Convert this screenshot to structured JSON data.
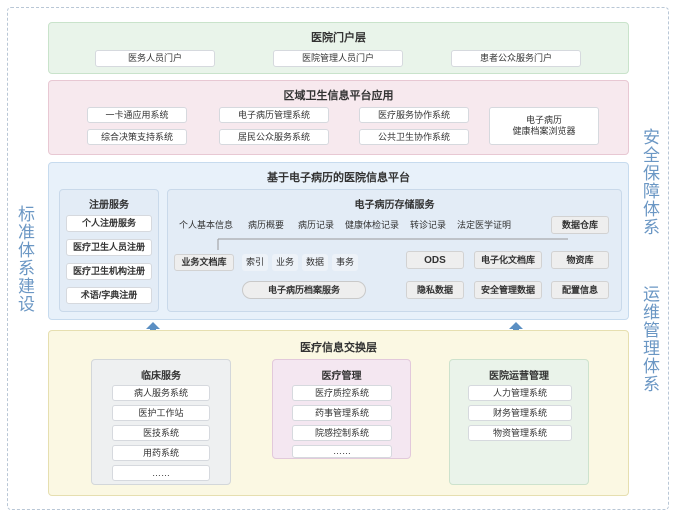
{
  "side_labels": {
    "left": "标准体系建设",
    "right_top": "安全保障体系",
    "right_bottom": "运维管理体系"
  },
  "portal": {
    "title": "医院门户层",
    "items": [
      "医务人员门户",
      "医院管理人员门户",
      "患者公众服务门户"
    ]
  },
  "regional": {
    "title": "区域卫生信息平台应用",
    "col1": [
      "一卡通应用系统",
      "综合决策支持系统"
    ],
    "col2": [
      "电子病历管理系统",
      "居民公众服务系统"
    ],
    "col3": [
      "医疗服务协作系统",
      "公共卫生协作系统"
    ],
    "col4": "电子病历\n健康档案浏览器"
  },
  "platform": {
    "title": "基于电子病历的医院信息平台",
    "registry": {
      "title": "注册服务",
      "items": [
        "个人注册服务",
        "医疗卫生人员注册",
        "医疗卫生机构注册",
        "术语/字典注册"
      ]
    },
    "storage": {
      "title": "电子病历存储服务",
      "row1": [
        "个人基本信息",
        "病历概要",
        "病历记录",
        "健康体检记录",
        "转诊记录",
        "法定医学证明"
      ],
      "data_warehouse": "数据仓库",
      "business_doc_lib": "业务文档库",
      "index_items": [
        "索引",
        "业务",
        "数据",
        "事务"
      ],
      "emr_archive_service": "电子病历档案服务",
      "ods": "ODS",
      "emr_doc_lib": "电子化文档库",
      "material_lib": "物资库",
      "privacy_data": "隐私数据",
      "security_mgmt_data": "安全管理数据",
      "config_info": "配置信息"
    }
  },
  "exchange": {
    "title": "医疗信息交换层",
    "clinical": {
      "title": "临床服务",
      "items": [
        "病人服务系统",
        "医护工作站",
        "医技系统",
        "用药系统",
        "……"
      ]
    },
    "medical": {
      "title": "医疗管理",
      "items": [
        "医疗质控系统",
        "药事管理系统",
        "院感控制系统",
        "……"
      ]
    },
    "operations": {
      "title": "医院运营管理",
      "items": [
        "人力管理系统",
        "财务管理系统",
        "物资管理系统"
      ]
    }
  },
  "colors": {
    "portal_bg": "#e9f4ea",
    "portal_border": "#c9e3cb",
    "regional_bg": "#f7e9ee",
    "regional_border": "#e8c8d3",
    "platform_bg": "#e8f1fa",
    "platform_border": "#c7dbee",
    "exchange_bg": "#fbf8e3",
    "exchange_border": "#e6dfb0",
    "clinical_bg": "#eef0f1",
    "medical_bg": "#f4e7f1",
    "operations_bg": "#eaf3ea",
    "arrow": "#5b8fc3"
  }
}
